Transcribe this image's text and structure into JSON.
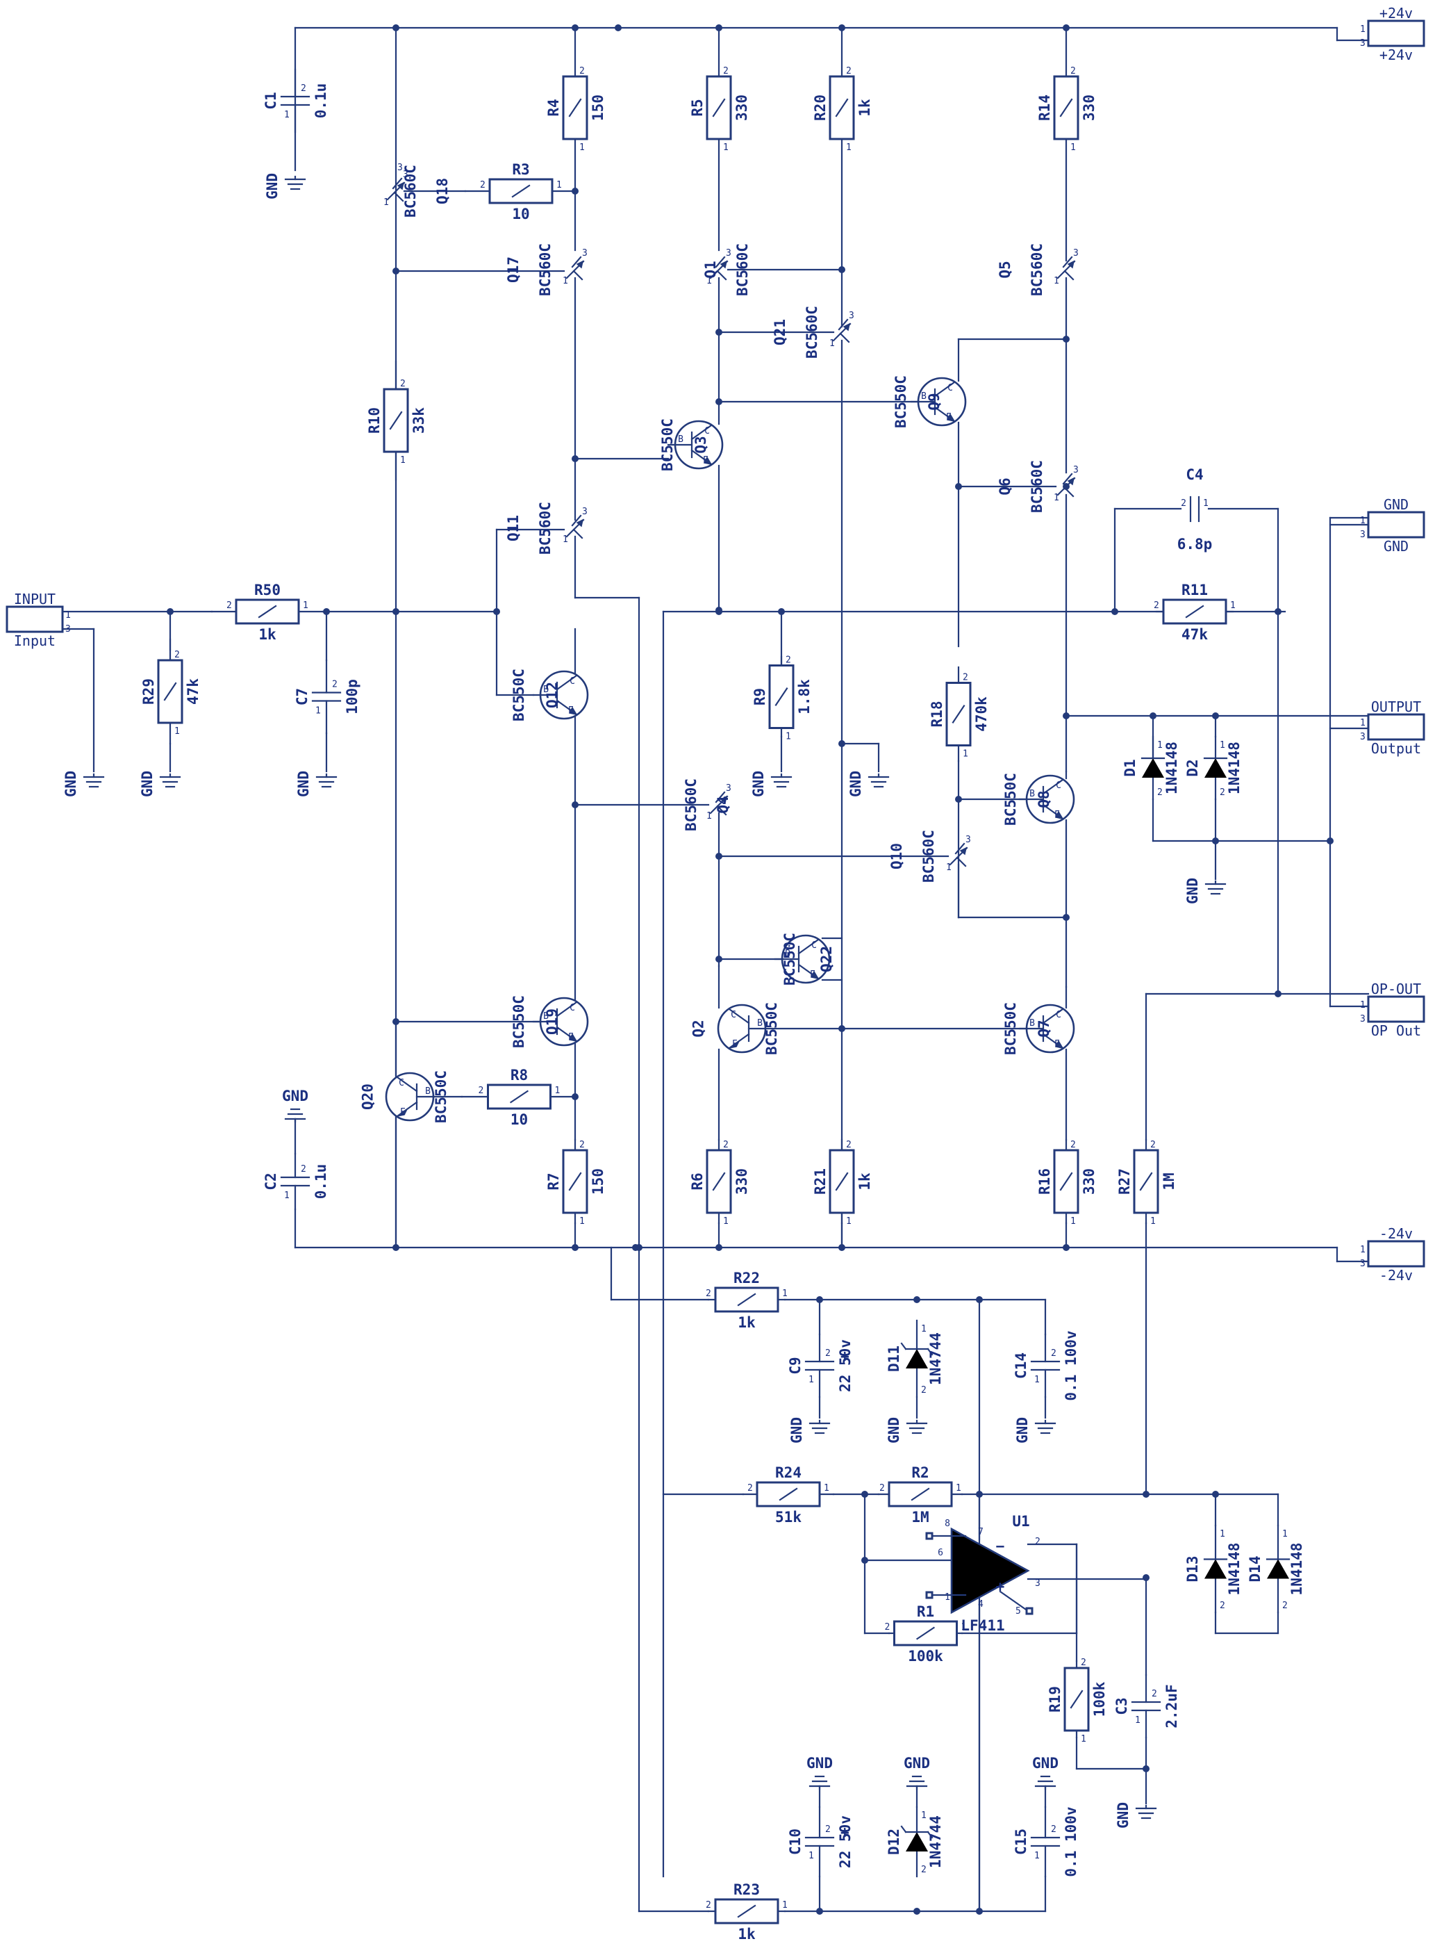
{
  "ports": [
    {
      "id": "p24a",
      "label": "+24v",
      "sub": "+24v"
    },
    {
      "id": "pgnd",
      "label": "GND",
      "sub": "GND"
    },
    {
      "id": "pout",
      "label": "OUTPUT",
      "sub": "Output"
    },
    {
      "id": "popout",
      "label": "OP-OUT",
      "sub": "OP Out"
    },
    {
      "id": "pm24",
      "label": "-24v",
      "sub": "-24v"
    },
    {
      "id": "pin",
      "label": "INPUT",
      "sub": "Input"
    }
  ],
  "resistors": [
    {
      "ref": "R4",
      "value": "150"
    },
    {
      "ref": "R5",
      "value": "330"
    },
    {
      "ref": "R20",
      "value": "1k"
    },
    {
      "ref": "R14",
      "value": "330"
    },
    {
      "ref": "R3",
      "value": "10"
    },
    {
      "ref": "R10",
      "value": "33k"
    },
    {
      "ref": "R50",
      "value": "1k"
    },
    {
      "ref": "R29",
      "value": "47k"
    },
    {
      "ref": "R9",
      "value": "1.8k"
    },
    {
      "ref": "R18",
      "value": "470k"
    },
    {
      "ref": "R11",
      "value": "47k"
    },
    {
      "ref": "R8",
      "value": "10"
    },
    {
      "ref": "R7",
      "value": "150"
    },
    {
      "ref": "R6",
      "value": "330"
    },
    {
      "ref": "R21",
      "value": "1k"
    },
    {
      "ref": "R16",
      "value": "330"
    },
    {
      "ref": "R27",
      "value": "1M"
    },
    {
      "ref": "R22",
      "value": "1k"
    },
    {
      "ref": "R24",
      "value": "51k"
    },
    {
      "ref": "R2",
      "value": "1M"
    },
    {
      "ref": "R1",
      "value": "100k"
    },
    {
      "ref": "R19",
      "value": "100k"
    },
    {
      "ref": "R23",
      "value": "1k"
    }
  ],
  "capacitors": [
    {
      "ref": "C1",
      "value": "0.1u"
    },
    {
      "ref": "C7",
      "value": "100p"
    },
    {
      "ref": "C4",
      "value": "6.8p"
    },
    {
      "ref": "C2",
      "value": "0.1u"
    },
    {
      "ref": "C9",
      "value": "22  50v"
    },
    {
      "ref": "C14",
      "value": "0.1 100v"
    },
    {
      "ref": "C3",
      "value": "2.2uF"
    },
    {
      "ref": "C10",
      "value": "22  50v"
    },
    {
      "ref": "C15",
      "value": "0.1 100v"
    }
  ],
  "transistors": [
    {
      "ref": "Q18",
      "type": "BC560C"
    },
    {
      "ref": "Q17",
      "type": "BC560C"
    },
    {
      "ref": "Q1",
      "type": "BC560C"
    },
    {
      "ref": "Q5",
      "type": "BC560C"
    },
    {
      "ref": "Q21",
      "type": "BC560C"
    },
    {
      "ref": "Q9",
      "type": "BC550C"
    },
    {
      "ref": "Q3",
      "type": "BC550C"
    },
    {
      "ref": "Q6",
      "type": "BC560C"
    },
    {
      "ref": "Q11",
      "type": "BC560C"
    },
    {
      "ref": "Q12",
      "type": "BC550C"
    },
    {
      "ref": "Q4",
      "type": "BC560C"
    },
    {
      "ref": "Q8",
      "type": "BC550C"
    },
    {
      "ref": "Q10",
      "type": "BC560C"
    },
    {
      "ref": "Q22",
      "type": "BC550C"
    },
    {
      "ref": "Q19",
      "type": "BC550C"
    },
    {
      "ref": "Q2",
      "type": "BC550C"
    },
    {
      "ref": "Q7",
      "type": "BC550C"
    },
    {
      "ref": "Q20",
      "type": "BC550C"
    }
  ],
  "diodes": [
    {
      "ref": "D1",
      "value": "1N4148"
    },
    {
      "ref": "D2",
      "value": "1N4148"
    },
    {
      "ref": "D11",
      "value": "1N4744"
    },
    {
      "ref": "D12",
      "value": "1N4744"
    },
    {
      "ref": "D13",
      "value": "1N4148"
    },
    {
      "ref": "D14",
      "value": "1N4148"
    }
  ],
  "opamp": {
    "ref": "U1",
    "value": "LF411"
  },
  "ground_label": "GND",
  "pin_labels": {
    "b": "B",
    "c": "C",
    "e": "E",
    "n1": "1",
    "n2": "2",
    "n3": "3",
    "n4": "4",
    "n5": "5",
    "n6": "6",
    "n7": "7",
    "n8": "8",
    "minus": "−",
    "plus": "+"
  },
  "colors": {
    "ink": "#233a7a",
    "text": "#1a2f80",
    "background": "#ffffff"
  }
}
